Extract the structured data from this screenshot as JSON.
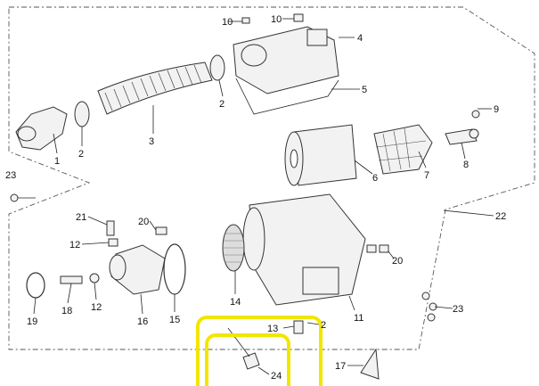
{
  "callouts": [
    {
      "id": "c10a",
      "text": "10"
    },
    {
      "id": "c10b",
      "text": "10"
    },
    {
      "id": "c4",
      "text": "4"
    },
    {
      "id": "c2a",
      "text": "2"
    },
    {
      "id": "c5",
      "text": "5"
    },
    {
      "id": "c3",
      "text": "3"
    },
    {
      "id": "c2b",
      "text": "2"
    },
    {
      "id": "c1",
      "text": "1"
    },
    {
      "id": "c9",
      "text": "9"
    },
    {
      "id": "c6",
      "text": "6"
    },
    {
      "id": "c7",
      "text": "7"
    },
    {
      "id": "c8",
      "text": "8"
    },
    {
      "id": "c23a",
      "text": "23"
    },
    {
      "id": "c22",
      "text": "22"
    },
    {
      "id": "c21",
      "text": "21"
    },
    {
      "id": "c20a",
      "text": "20"
    },
    {
      "id": "c12a",
      "text": "12"
    },
    {
      "id": "c20b",
      "text": "20"
    },
    {
      "id": "c19",
      "text": "19"
    },
    {
      "id": "c18",
      "text": "18"
    },
    {
      "id": "c12b",
      "text": "12"
    },
    {
      "id": "c16",
      "text": "16"
    },
    {
      "id": "c15",
      "text": "15"
    },
    {
      "id": "c14",
      "text": "14"
    },
    {
      "id": "c11",
      "text": "11"
    },
    {
      "id": "c23b",
      "text": "23"
    },
    {
      "id": "c13",
      "text": "13"
    },
    {
      "id": "c2c",
      "text": "2"
    },
    {
      "id": "c24",
      "text": "24"
    },
    {
      "id": "c17",
      "text": "17"
    }
  ],
  "highlight_color": "#f2e600"
}
